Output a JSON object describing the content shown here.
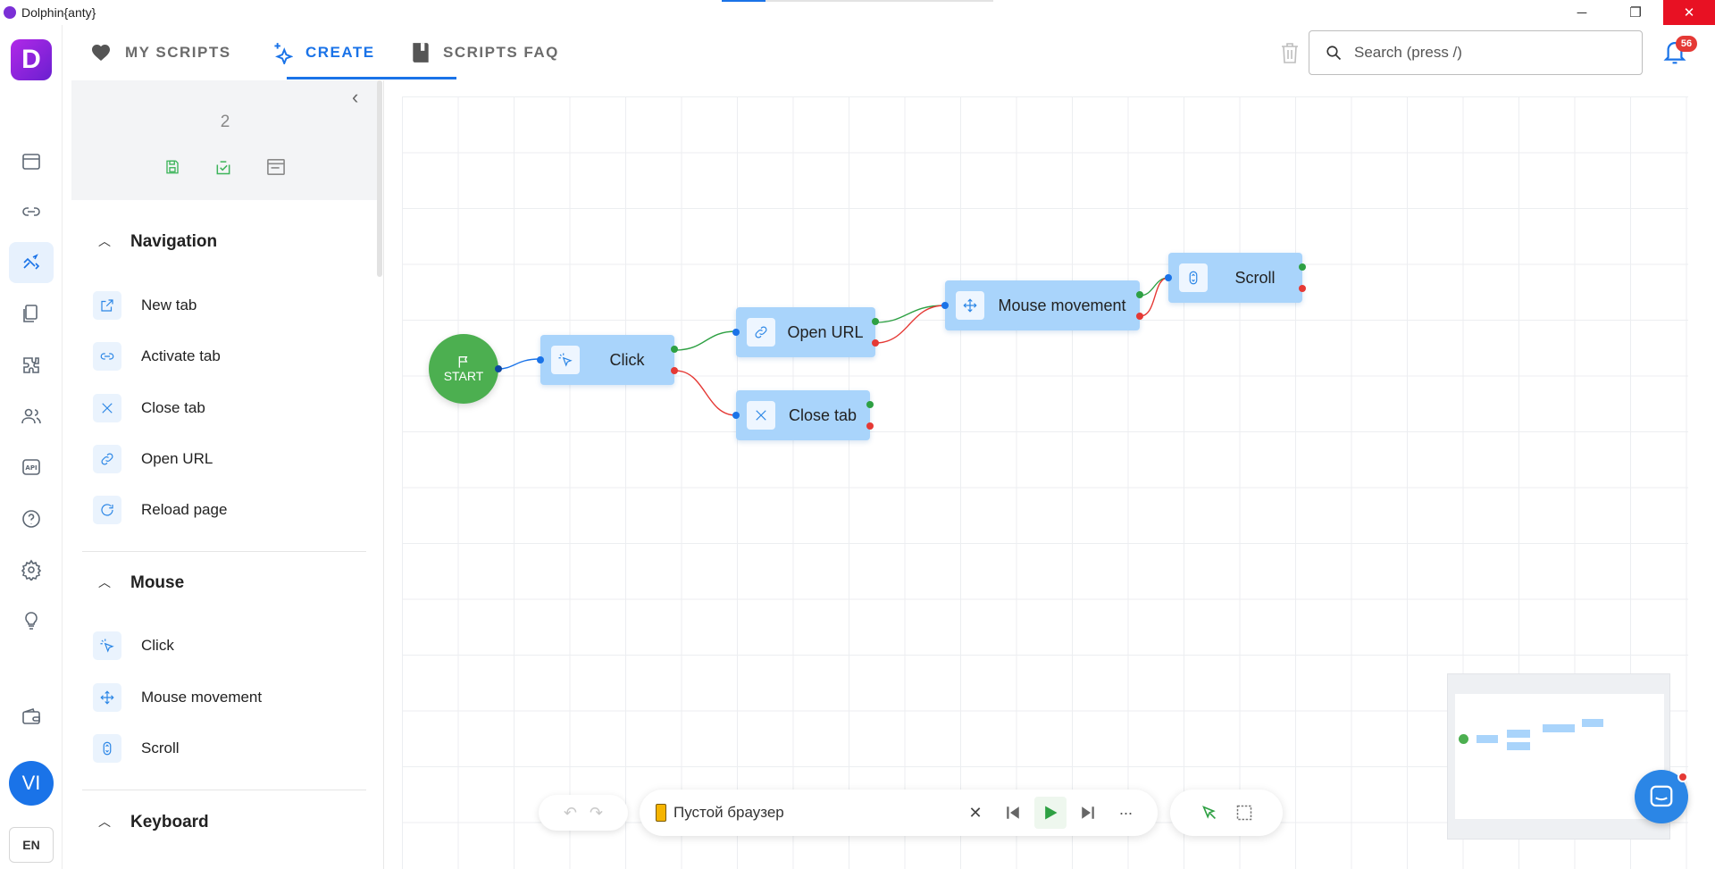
{
  "window": {
    "title": "Dolphin{anty}",
    "minimize": "─",
    "restore": "❐",
    "close": "✕",
    "loading_progress_pct": 16
  },
  "brand": {
    "letter": "D",
    "color": "#a02be0"
  },
  "rail": {
    "items": [
      {
        "name": "browser-profiles-icon"
      },
      {
        "name": "link-icon"
      },
      {
        "name": "scenarios-icon",
        "active": true
      },
      {
        "name": "bookmarks-icon"
      },
      {
        "name": "extensions-icon"
      },
      {
        "name": "users-icon"
      },
      {
        "name": "api-icon",
        "label": "API"
      },
      {
        "name": "help-icon"
      },
      {
        "name": "settings-icon"
      },
      {
        "name": "lightbulb-icon"
      },
      {
        "name": "wallet-icon"
      }
    ],
    "avatar": "VI",
    "language": "EN"
  },
  "topbar": {
    "tabs": [
      {
        "label": "MY SCRIPTS",
        "icon": "heart-icon"
      },
      {
        "label": "CREATE",
        "icon": "sparkle-icon",
        "active": true
      },
      {
        "label": "SCRIPTS FAQ",
        "icon": "book-icon"
      }
    ],
    "search_placeholder": "Search (press /)",
    "notifications_count": "56"
  },
  "sidepanel": {
    "script_name": "2",
    "sections": [
      {
        "title": "Navigation",
        "items": [
          {
            "label": "New tab",
            "icon": "external-link-icon"
          },
          {
            "label": "Activate tab",
            "icon": "link-icon"
          },
          {
            "label": "Close tab",
            "icon": "close-icon"
          },
          {
            "label": "Open URL",
            "icon": "chain-link-icon"
          },
          {
            "label": "Reload page",
            "icon": "reload-icon"
          }
        ]
      },
      {
        "title": "Mouse",
        "items": [
          {
            "label": "Click",
            "icon": "cursor-click-icon"
          },
          {
            "label": "Mouse movement",
            "icon": "move-arrows-icon"
          },
          {
            "label": "Scroll",
            "icon": "scroll-icon"
          }
        ]
      },
      {
        "title": "Keyboard",
        "items": []
      }
    ]
  },
  "canvas": {
    "start_label": "START",
    "nodes": [
      {
        "id": "click",
        "label": "Click",
        "icon": "cursor-click-icon"
      },
      {
        "id": "open_url",
        "label": "Open URL",
        "icon": "chain-link-icon"
      },
      {
        "id": "close_tab",
        "label": "Close tab",
        "icon": "close-icon"
      },
      {
        "id": "mouse_movement",
        "label": "Mouse movement",
        "icon": "move-arrows-icon"
      },
      {
        "id": "scroll",
        "label": "Scroll",
        "icon": "scroll-icon"
      }
    ],
    "edges": [
      {
        "from": "start",
        "to": "click",
        "kind": "next"
      },
      {
        "from": "click",
        "to": "open_url",
        "kind": "success"
      },
      {
        "from": "click",
        "to": "close_tab",
        "kind": "error"
      },
      {
        "from": "open_url",
        "to": "mouse_movement",
        "kind": "success"
      },
      {
        "from": "open_url",
        "to": "mouse_movement",
        "kind": "error"
      },
      {
        "from": "mouse_movement",
        "to": "scroll",
        "kind": "success"
      },
      {
        "from": "mouse_movement",
        "to": "scroll",
        "kind": "error"
      }
    ]
  },
  "toolbar": {
    "profile_name": "Пустой браузер",
    "clear": "✕",
    "more": "···"
  },
  "colors": {
    "accent": "#1a73e8",
    "node": "#a9d4fb",
    "start": "#4caf50",
    "success": "#2ea043",
    "error": "#e53935"
  }
}
